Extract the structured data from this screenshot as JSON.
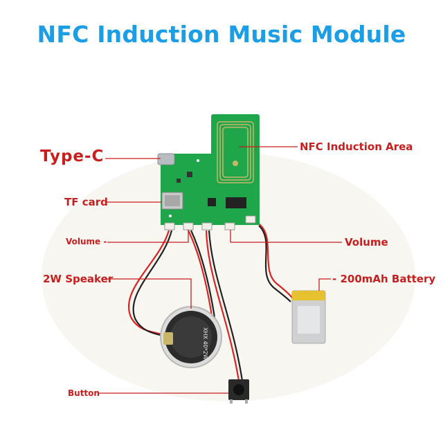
{
  "title": "NFC Induction Music Module",
  "colors": {
    "title": "#1b9ee6",
    "label": "#c81e1e",
    "leader": "#c81e1e",
    "pcb": "#1fa54a",
    "pcb_dark": "#158a3a",
    "copper": "#c8b66a"
  },
  "labels": {
    "type_c": "Type-C",
    "nfc_area": "NFC Induction Area",
    "tf_card": "TF card",
    "volume_minus": "Volume -",
    "volume": "Volume",
    "speaker": "2W Speaker",
    "battery": "- 200mAh Battery",
    "button": "Button"
  },
  "speaker_marking": "XHX 40*2W"
}
